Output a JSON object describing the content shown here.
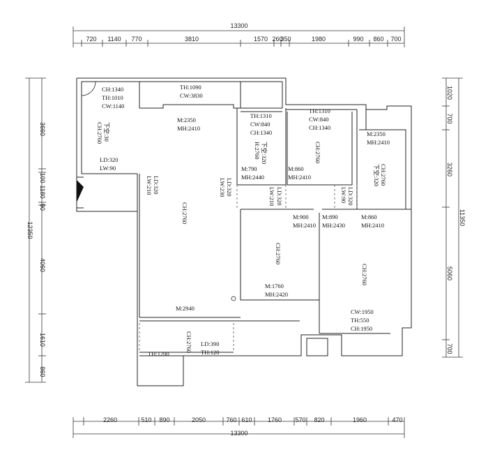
{
  "dimensions": {
    "top_total": "13300",
    "top": [
      "720",
      "1140",
      "770",
      "3810",
      "1570",
      "260",
      "350",
      "1980",
      "990",
      "860",
      "700"
    ],
    "bottom_total": "13300",
    "bottom": [
      "2260",
      "510",
      "890",
      "2050",
      "760",
      "610",
      "1760",
      "570",
      "820",
      "1960",
      "470"
    ],
    "left_total": "12350",
    "left": [
      "3660",
      "100",
      "1180",
      "90",
      "4060",
      "1610",
      "860"
    ],
    "right_total": "11350",
    "right": [
      "1020",
      "700",
      "3260",
      "5060",
      "700"
    ]
  },
  "rooms": {
    "r1_a": "CH:1340",
    "r1_b": "TH:1010",
    "r1_c": "CW:1140",
    "r1_d": "下空:30",
    "r1_e": "CH:2760",
    "r1_f": "LD:320",
    "r1_g": "LW:90",
    "top_a": "TH:1090",
    "top_b": "CW:3830",
    "liv_a": "M:2350",
    "liv_b": "MH:2410",
    "liv_c": "LD:320",
    "liv_d": "LW:210",
    "liv_e": "CH:2760",
    "liv_f": "LD:320",
    "liv_g": "LW:230",
    "liv_h": "M:2940",
    "b1_a": "TH:1310",
    "b1_b": "CW:840",
    "b1_c": "CH:1340",
    "b1_d": "下空:320",
    "b1_e": "H:2760",
    "b1_f": "M:790",
    "b1_g": "MH:2440",
    "b1_h": "LD:320",
    "b1_i": "LW:210",
    "b2_a": "TH:1310",
    "b2_b": "CW:840",
    "b2_c": "CH:1340",
    "b2_d": "CH:2760",
    "b2_e": "M:860",
    "b2_f": "MH:2410",
    "b2_g": "LD:320",
    "b2_h": "LW:90",
    "b3_a": "M:2350",
    "b3_b": "MH:2410",
    "b3_c": "CH:2760",
    "b3_d": "下空:320",
    "c1_a": "M:900",
    "c1_b": "MH:2410",
    "c1_c": "CH:2760",
    "c1_d": "M:1760",
    "c1_e": "MH:2420",
    "c2_a": "M:890",
    "c2_b": "MH:2430",
    "c3_a": "M:860",
    "c3_b": "MH:2410",
    "c3_c": "CH:2760",
    "c3_d": "CW:1950",
    "c3_e": "TH:550",
    "c3_f": "CH:1950",
    "bal_a": "CH:2760",
    "bal_b": "LD:390",
    "bal_c": "TH:120",
    "bal_d": "TH:1200"
  }
}
